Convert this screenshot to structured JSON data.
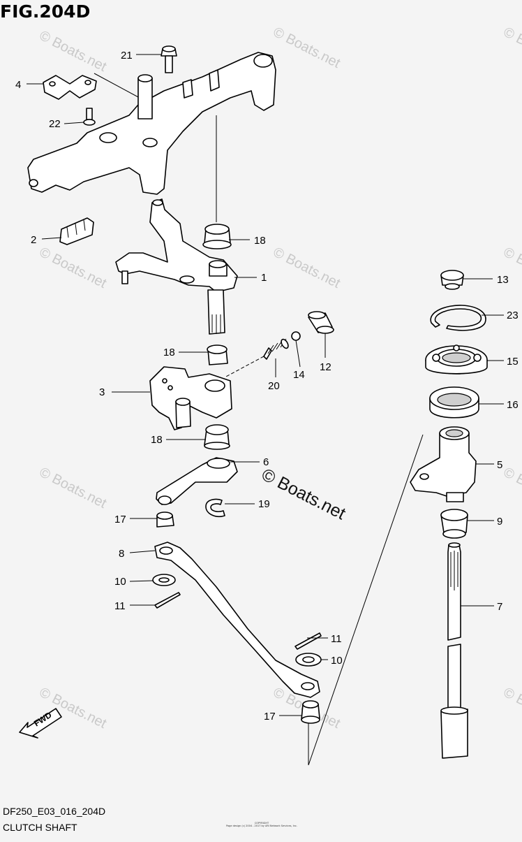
{
  "figure": {
    "title": "FIG.204D",
    "footer_code": "DF250_E03_016_204D",
    "footer_title": "CLUTCH SHAFT",
    "copyright_line1": "COPYRIGHT",
    "copyright_line2": "Page design (c) 2004 - 2017 by ARI Network Services, Inc.",
    "fwd_label": "FWD",
    "watermark": "© Boats.net"
  },
  "part_numbers": {
    "p1": "1",
    "p2": "2",
    "p3": "3",
    "p4": "4",
    "p5": "5",
    "p6": "6",
    "p7": "7",
    "p8": "8",
    "p9": "9",
    "p10a": "10",
    "p10b": "10",
    "p11a": "11",
    "p11b": "11",
    "p12": "12",
    "p13": "13",
    "p14": "14",
    "p15": "15",
    "p16": "16",
    "p17a": "17",
    "p17b": "17",
    "p18a": "18",
    "p18b": "18",
    "p18c": "18",
    "p19": "19",
    "p20": "20",
    "p21": "21",
    "p22": "22",
    "p23": "23"
  },
  "colors": {
    "background": "#f4f4f4",
    "ink": "#000000",
    "watermark": "#c9c9c9"
  }
}
